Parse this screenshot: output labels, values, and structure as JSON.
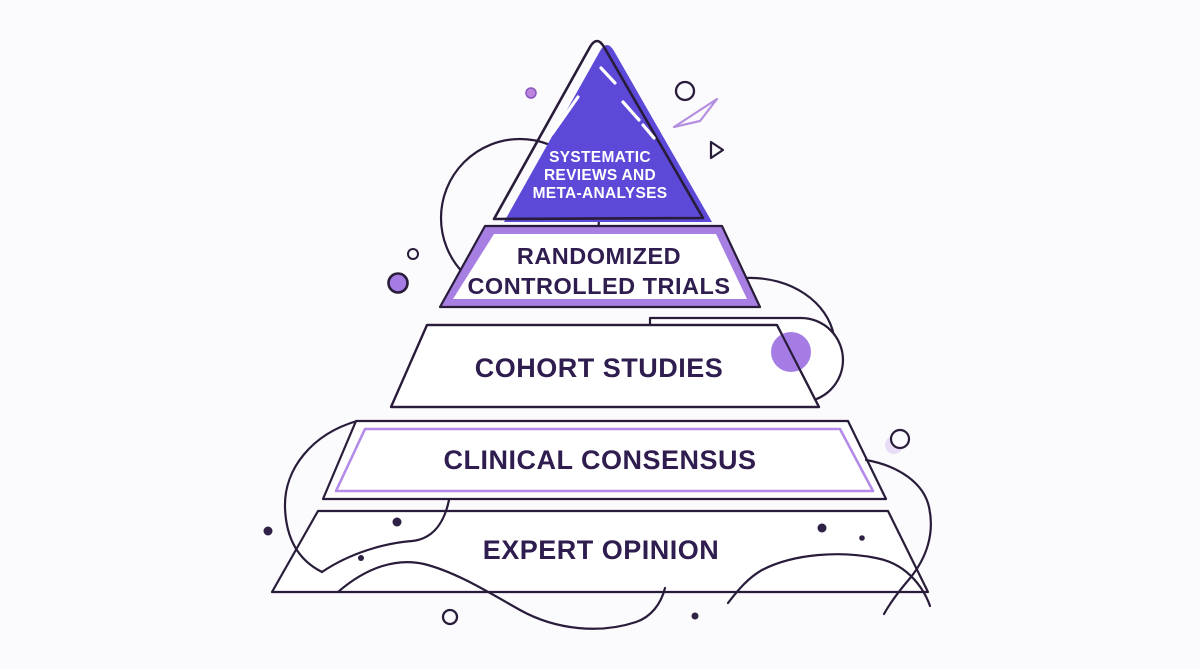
{
  "pyramid": {
    "levels": [
      {
        "name": "systematic-reviews-meta-analyses",
        "label": "Systematic Reviews and Meta-Analyses",
        "lines": [
          "SYSTEMATIC",
          "REVIEWS AND",
          "META-ANALYSES"
        ],
        "style": "solid-purple-triangle"
      },
      {
        "name": "randomized-controlled-trials",
        "label": "Randomized Controlled Trials",
        "lines": [
          "RANDOMIZED",
          "CONTROLLED TRIALS"
        ],
        "style": "thick-lavender-border"
      },
      {
        "name": "cohort-studies",
        "label": "Cohort Studies",
        "lines": [
          "COHORT STUDIES"
        ],
        "style": "dark-outline"
      },
      {
        "name": "clinical-consensus",
        "label": "Clinical Consensus",
        "lines": [
          "CLINICAL CONSENSUS"
        ],
        "style": "dark-outline-lavender-inset"
      },
      {
        "name": "expert-opinion",
        "label": "Expert Opinion",
        "lines": [
          "EXPERT OPINION"
        ],
        "style": "dark-outline"
      }
    ]
  },
  "colors": {
    "background": "#FBFAFC",
    "outline_dark": "#281C3A",
    "text_dark": "#2E1D4E",
    "level_fill_purple": "#5C49D8",
    "lavender_border": "#A77FE2",
    "lavender_inset": "#B48BE8",
    "accent_circle_purple": "#A57CE4",
    "accent_circle_mauve": "#BC85DE",
    "accent_shadow_lavender": "#E9DCF6",
    "accent_white": "#FFFFFF"
  },
  "decorations": [
    "background-circle-outline-behind-apex",
    "capsule-outline-behind-cohort-row",
    "right-blob-curves",
    "left-arc-curve",
    "wavy-lines-through-expert-opinion-row",
    "purple-filled-circle-on-cohort-row",
    "mauve-dot-top-left",
    "outlined-circle-top-right",
    "lavender-sliver-triangle",
    "dark-play-triangle",
    "outlined-circle-mid-left-small",
    "purple-circle-mid-left",
    "outlined-circle-right-with-lavender-shadow",
    "outlined-circle-bottom-left",
    "scattered-dark-dots",
    "white-dash-accents-in-apex"
  ]
}
